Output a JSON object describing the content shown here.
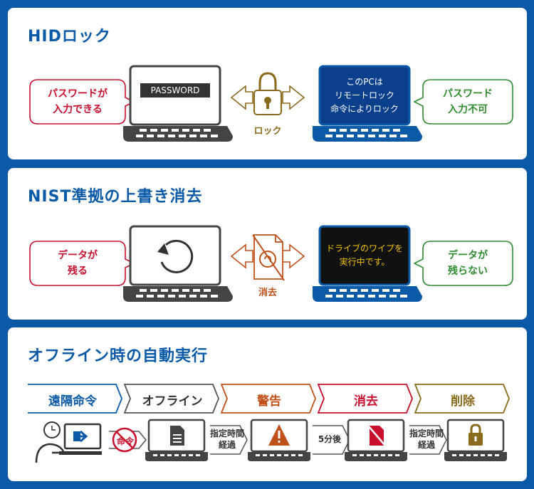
{
  "sections": {
    "hid": {
      "title": "HIDロック",
      "left_bubble": [
        "パスワードが",
        "入力できる"
      ],
      "screen_label": "PASSWORD",
      "center_label": "ロック",
      "right_screen": [
        "このPCは",
        "リモートロック",
        "命令によりロック"
      ],
      "right_bubble": [
        "パスワード",
        "入力不可"
      ]
    },
    "nist": {
      "title": "NIST準拠の上書き消去",
      "left_bubble": [
        "データが",
        "残る"
      ],
      "center_label": "消去",
      "right_screen": [
        "ドライブのワイプを",
        "実行中です。"
      ],
      "right_bubble": [
        "データが",
        "残らない"
      ]
    },
    "offline": {
      "title": "オフライン時の自動実行",
      "steps": [
        "遠隔命令",
        "オフライン",
        "警告",
        "消去",
        "削除"
      ],
      "blocked_label": "命令",
      "gap1": [
        "指定時間",
        "経過"
      ],
      "gap2": [
        "5分後"
      ],
      "gap3": [
        "指定時間",
        "経過"
      ]
    }
  },
  "colors": {
    "brand_blue": "#0a5aa8",
    "red": "#c8102e",
    "green": "#2e8b2e",
    "gold": "#8a6a1d",
    "orange": "#c0501a",
    "dark": "#333333"
  },
  "icons": [
    "lock-icon",
    "document-crossed-icon",
    "refresh-icon",
    "person-at-pc-icon",
    "file-icon",
    "warning-icon",
    "delete-file-icon",
    "padlock-icon"
  ]
}
